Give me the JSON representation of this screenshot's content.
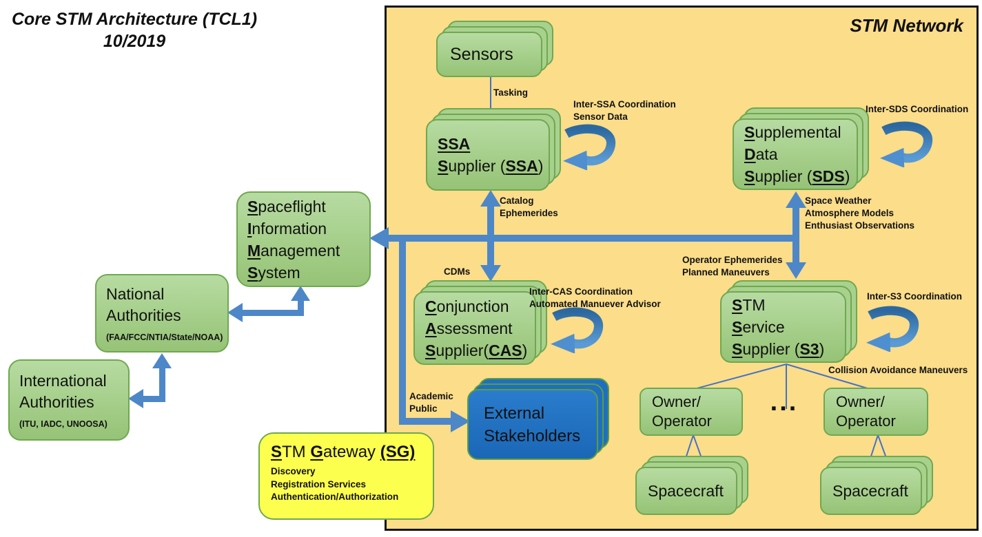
{
  "colors": {
    "panel_bg": "#fbdd8a",
    "green_fill": "#a9d18e",
    "green_border": "#6fa84f",
    "blue_arrow": "#4d87c8",
    "thin_line": "#4472c4",
    "ext_fill": "#1e6fc0",
    "gateway_fill": "#fdff4f",
    "ink": "#111111"
  },
  "title_lines": [
    "Core STM Architecture (TCL1)",
    "10/2019"
  ],
  "network_label": "STM Network",
  "boxes": {
    "sensors": {
      "label": "Sensors"
    },
    "ssa": {
      "rich": [
        [
          {
            "t": "SSA",
            "u": true
          }
        ],
        [
          {
            "t": "S",
            "u": true
          },
          {
            "t": "upplier ("
          },
          {
            "t": "SSA",
            "u": true
          },
          {
            "t": ")"
          }
        ]
      ]
    },
    "sds": {
      "rich": [
        [
          {
            "t": "S",
            "u": true
          },
          {
            "t": "upplemental"
          }
        ],
        [
          {
            "t": "D",
            "u": true
          },
          {
            "t": "ata"
          }
        ],
        [
          {
            "t": "S",
            "u": true
          },
          {
            "t": "upplier ("
          },
          {
            "t": "SDS",
            "u": true
          },
          {
            "t": ")"
          }
        ]
      ]
    },
    "cas": {
      "rich": [
        [
          {
            "t": "C",
            "u": true
          },
          {
            "t": "onjunction"
          }
        ],
        [
          {
            "t": "A",
            "u": true
          },
          {
            "t": "ssessment"
          }
        ],
        [
          {
            "t": "S",
            "u": true
          },
          {
            "t": "upplier("
          },
          {
            "t": "CAS",
            "u": true
          },
          {
            "t": ")"
          }
        ]
      ]
    },
    "s3": {
      "rich": [
        [
          {
            "t": "S",
            "u": true
          },
          {
            "t": "TM"
          }
        ],
        [
          {
            "t": "S",
            "u": true
          },
          {
            "t": "ervice"
          }
        ],
        [
          {
            "t": "S",
            "u": true
          },
          {
            "t": "upplier ("
          },
          {
            "t": "S3",
            "u": true
          },
          {
            "t": ")"
          }
        ]
      ]
    },
    "sims": {
      "rich": [
        [
          {
            "t": "S",
            "u": true
          },
          {
            "t": "paceflight"
          }
        ],
        [
          {
            "t": "I",
            "u": true
          },
          {
            "t": "nformation"
          }
        ],
        [
          {
            "t": "M",
            "u": true
          },
          {
            "t": "anagement"
          }
        ],
        [
          {
            "t": "S",
            "u": true
          },
          {
            "t": "ystem"
          }
        ]
      ]
    },
    "national": {
      "lines": [
        "National",
        "Authorities"
      ],
      "sub": "(FAA/FCC/NTIA/State/NOAA)"
    },
    "international": {
      "lines": [
        "International",
        "Authorities"
      ],
      "sub": "(ITU, IADC, UNOOSA)"
    },
    "external": {
      "lines": [
        "External",
        "Stakeholders"
      ]
    },
    "gateway": {
      "title_rich": [
        [
          {
            "t": "S",
            "u": true
          },
          {
            "t": "TM "
          },
          {
            "t": "G",
            "u": true
          },
          {
            "t": "ateway "
          },
          {
            "t": "(SG)",
            "u": true
          }
        ]
      ],
      "services": [
        "Discovery",
        "Registration Services",
        "Authentication/Authorization"
      ]
    },
    "owner_left": {
      "lines": [
        "Owner/",
        "Operator"
      ]
    },
    "owner_right": {
      "lines": [
        "Owner/",
        "Operator"
      ]
    },
    "spacecraft_left": {
      "label": "Spacecraft"
    },
    "spacecraft_right": {
      "label": "Spacecraft"
    },
    "ellipsis": "..."
  },
  "labels": {
    "tasking": "Tasking",
    "inter_ssa": [
      "Inter-SSA Coordination",
      "Sensor Data"
    ],
    "catalog": [
      "Catalog",
      "Ephemerides"
    ],
    "cdms": "CDMs",
    "inter_sds": [
      "Inter-SDS Coordination"
    ],
    "space_weather": [
      "Space Weather",
      "Atmosphere Models",
      "Enthusiast Observations"
    ],
    "inter_cas": [
      "Inter-CAS Coordination",
      "Automated Manuever Advisor"
    ],
    "operator_ephemerides": [
      "Operator Ephemerides",
      "Planned Maneuvers"
    ],
    "inter_s3": [
      "Inter-S3 Coordination"
    ],
    "collision_avoidance": "Collision Avoidance Maneuvers",
    "academic_public": [
      "Academic",
      "Public"
    ]
  }
}
